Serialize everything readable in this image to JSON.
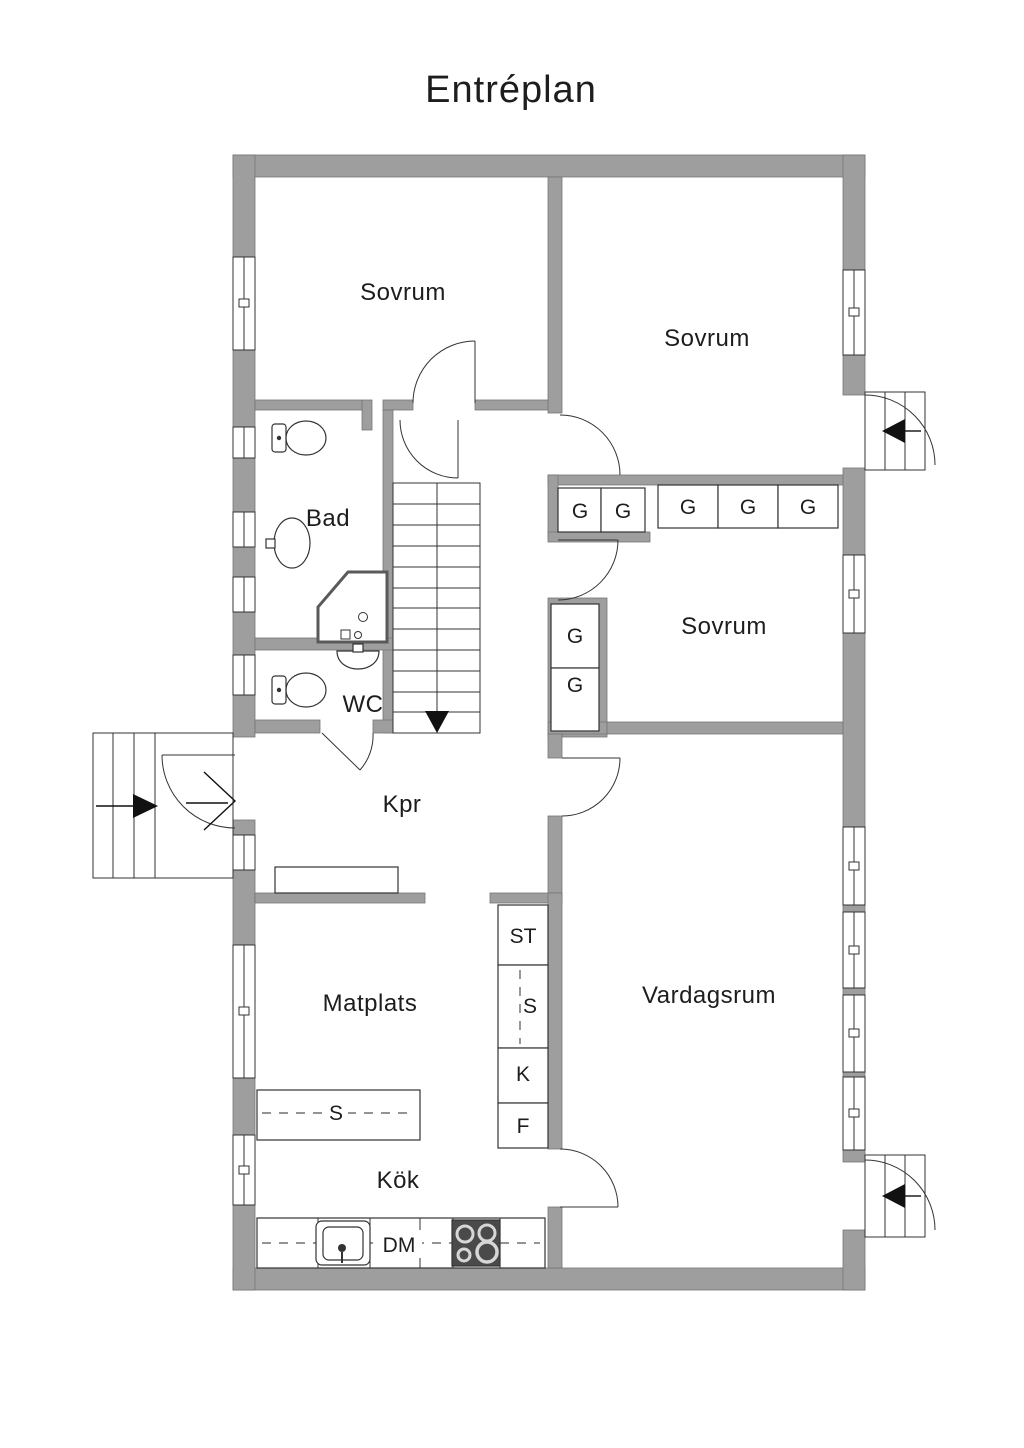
{
  "labels": {
    "title": "Entréplan",
    "sovrum_1": "Sovrum",
    "sovrum_2": "Sovrum",
    "sovrum_3": "Sovrum",
    "bad": "Bad",
    "wc": "WC",
    "kpr": "Kpr",
    "matplats": "Matplats",
    "vardagsrum": "Vardagsrum",
    "kok": "Kök",
    "g_1": "G",
    "g_2": "G",
    "g_3": "G",
    "g_4": "G",
    "g_5": "G",
    "g_6": "G",
    "g_7": "G",
    "st_cleaning": "ST",
    "s_pantry": "S",
    "k_fridge": "K",
    "f_freezer": "F",
    "s_counter": "S",
    "dm_dishwasher": "DM"
  },
  "colors": {
    "wall": "#9e9e9e",
    "stove": "#4a4a4a",
    "line": "#333333",
    "text": "#1d1d1d"
  }
}
